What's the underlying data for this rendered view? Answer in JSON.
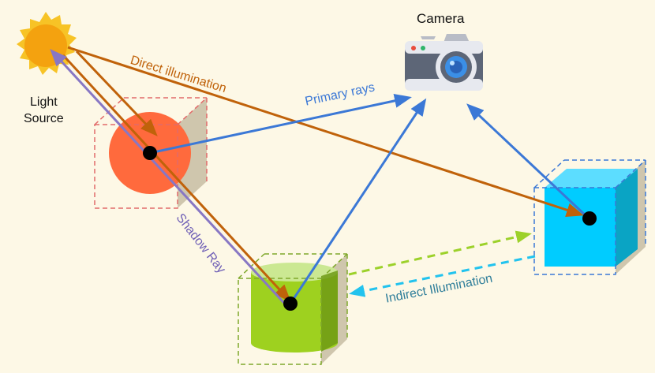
{
  "labels": {
    "camera": "Camera",
    "light_source_line1": "Light",
    "light_source_line2": "Source",
    "direct_illumination": "Direct illumination",
    "primary_rays": "Primary rays",
    "shadow_ray": "Shadow Ray",
    "indirect_illumination": "Indirect Illumination"
  },
  "colors": {
    "background": "#fdf8e6",
    "direct_illumination": "#c0620a",
    "primary_rays": "#3b78d6",
    "shadow_ray": "#8877c4",
    "indirect_to_cube": "#9cd12a",
    "indirect_to_cylinder": "#22c3ee",
    "indirect_label": "#2f7e9a",
    "sphere": "#ff6a3d",
    "cylinder": "#9ed11f",
    "cube": "#00ccff"
  },
  "icons": [
    "sun-icon",
    "camera-icon"
  ]
}
